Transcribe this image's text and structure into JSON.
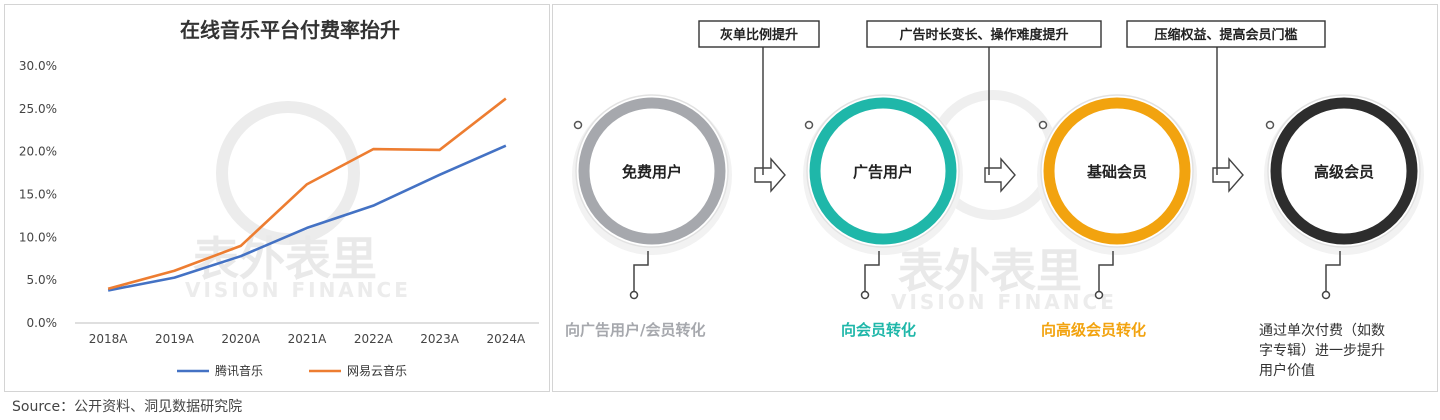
{
  "chart_data": {
    "type": "line",
    "title": "在线音乐平台付费率抬升",
    "categories": [
      "2018A",
      "2019A",
      "2020A",
      "2021A",
      "2022A",
      "2023A",
      "2024A"
    ],
    "y_ticks": [
      "0.0%",
      "5.0%",
      "10.0%",
      "15.0%",
      "20.0%",
      "25.0%",
      "30.0%"
    ],
    "ylim": [
      0,
      30
    ],
    "grid": false,
    "legend_position": "bottom",
    "series": [
      {
        "name": "腾讯音乐",
        "color": "#4472c4",
        "values": [
          3.8,
          5.3,
          7.8,
          11.1,
          13.7,
          17.3,
          20.7
        ]
      },
      {
        "name": "网易云音乐",
        "color": "#ed7d31",
        "values": [
          4.0,
          6.1,
          9.0,
          16.2,
          20.3,
          20.2,
          26.2
        ]
      }
    ]
  },
  "watermark": {
    "cn": "表外表里",
    "en": "VISION FINANCE"
  },
  "flow": {
    "stages": [
      {
        "label": "免费用户",
        "color": "#a6a8ad",
        "arrow_text": "向广告用户/会员转化"
      },
      {
        "label": "广告用户",
        "color": "#1fb7a9",
        "arrow_text": "向会员转化"
      },
      {
        "label": "基础会员",
        "color": "#f2a30f",
        "arrow_text": "向高级会员转化"
      },
      {
        "label": "高级会员",
        "color": "#2d2d2d",
        "arrow_text": "通过单次付费（如数字专辑）进一步提升用户价值"
      }
    ],
    "drivers": [
      "灰单比例提升",
      "广告时长变长、操作难度提升",
      "压缩权益、提高会员门槛"
    ],
    "text_colors": [
      "#a6a8ad",
      "#1fb7a9",
      "#f2a30f",
      "#333333"
    ]
  },
  "source": "Source：公开资料、洞见数据研究院"
}
